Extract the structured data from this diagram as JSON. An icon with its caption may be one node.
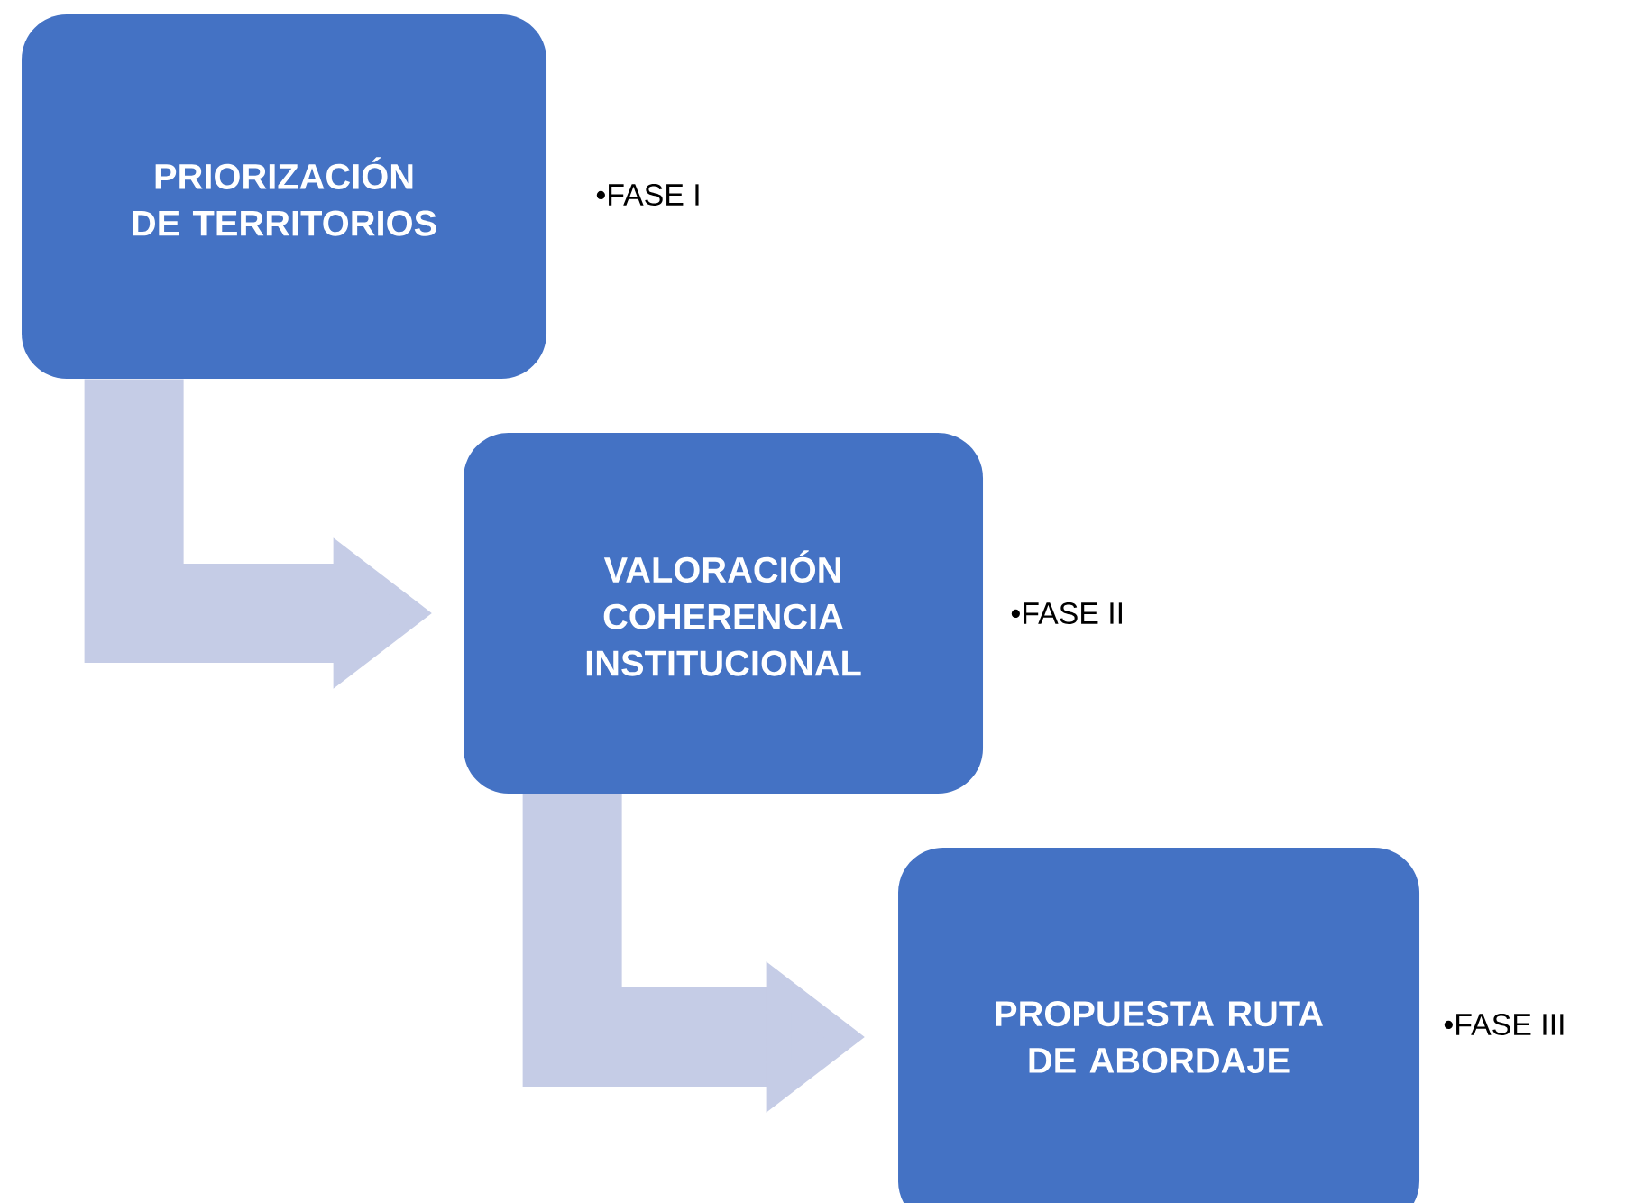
{
  "diagram": {
    "nodes": [
      {
        "text": [
          "PRIORIZACIÓN DE TERRITORIOS"
        ],
        "beside": [
          "•FASE I"
        ]
      },
      {
        "text": [
          "VALORACIÓN COHERENCIA INSTITUCIONAL"
        ],
        "beside": [
          "•FASE II"
        ]
      },
      {
        "text": [
          "PROPUESTA RUTA DE ABORDAJE"
        ],
        "beside": [
          "•FASE III"
        ]
      }
    ],
    "edges": [
      {
        "from": 0,
        "to": 1,
        "arrow": "to"
      },
      {
        "from": 1,
        "to": 2,
        "arrow": "to"
      }
    ]
  }
}
